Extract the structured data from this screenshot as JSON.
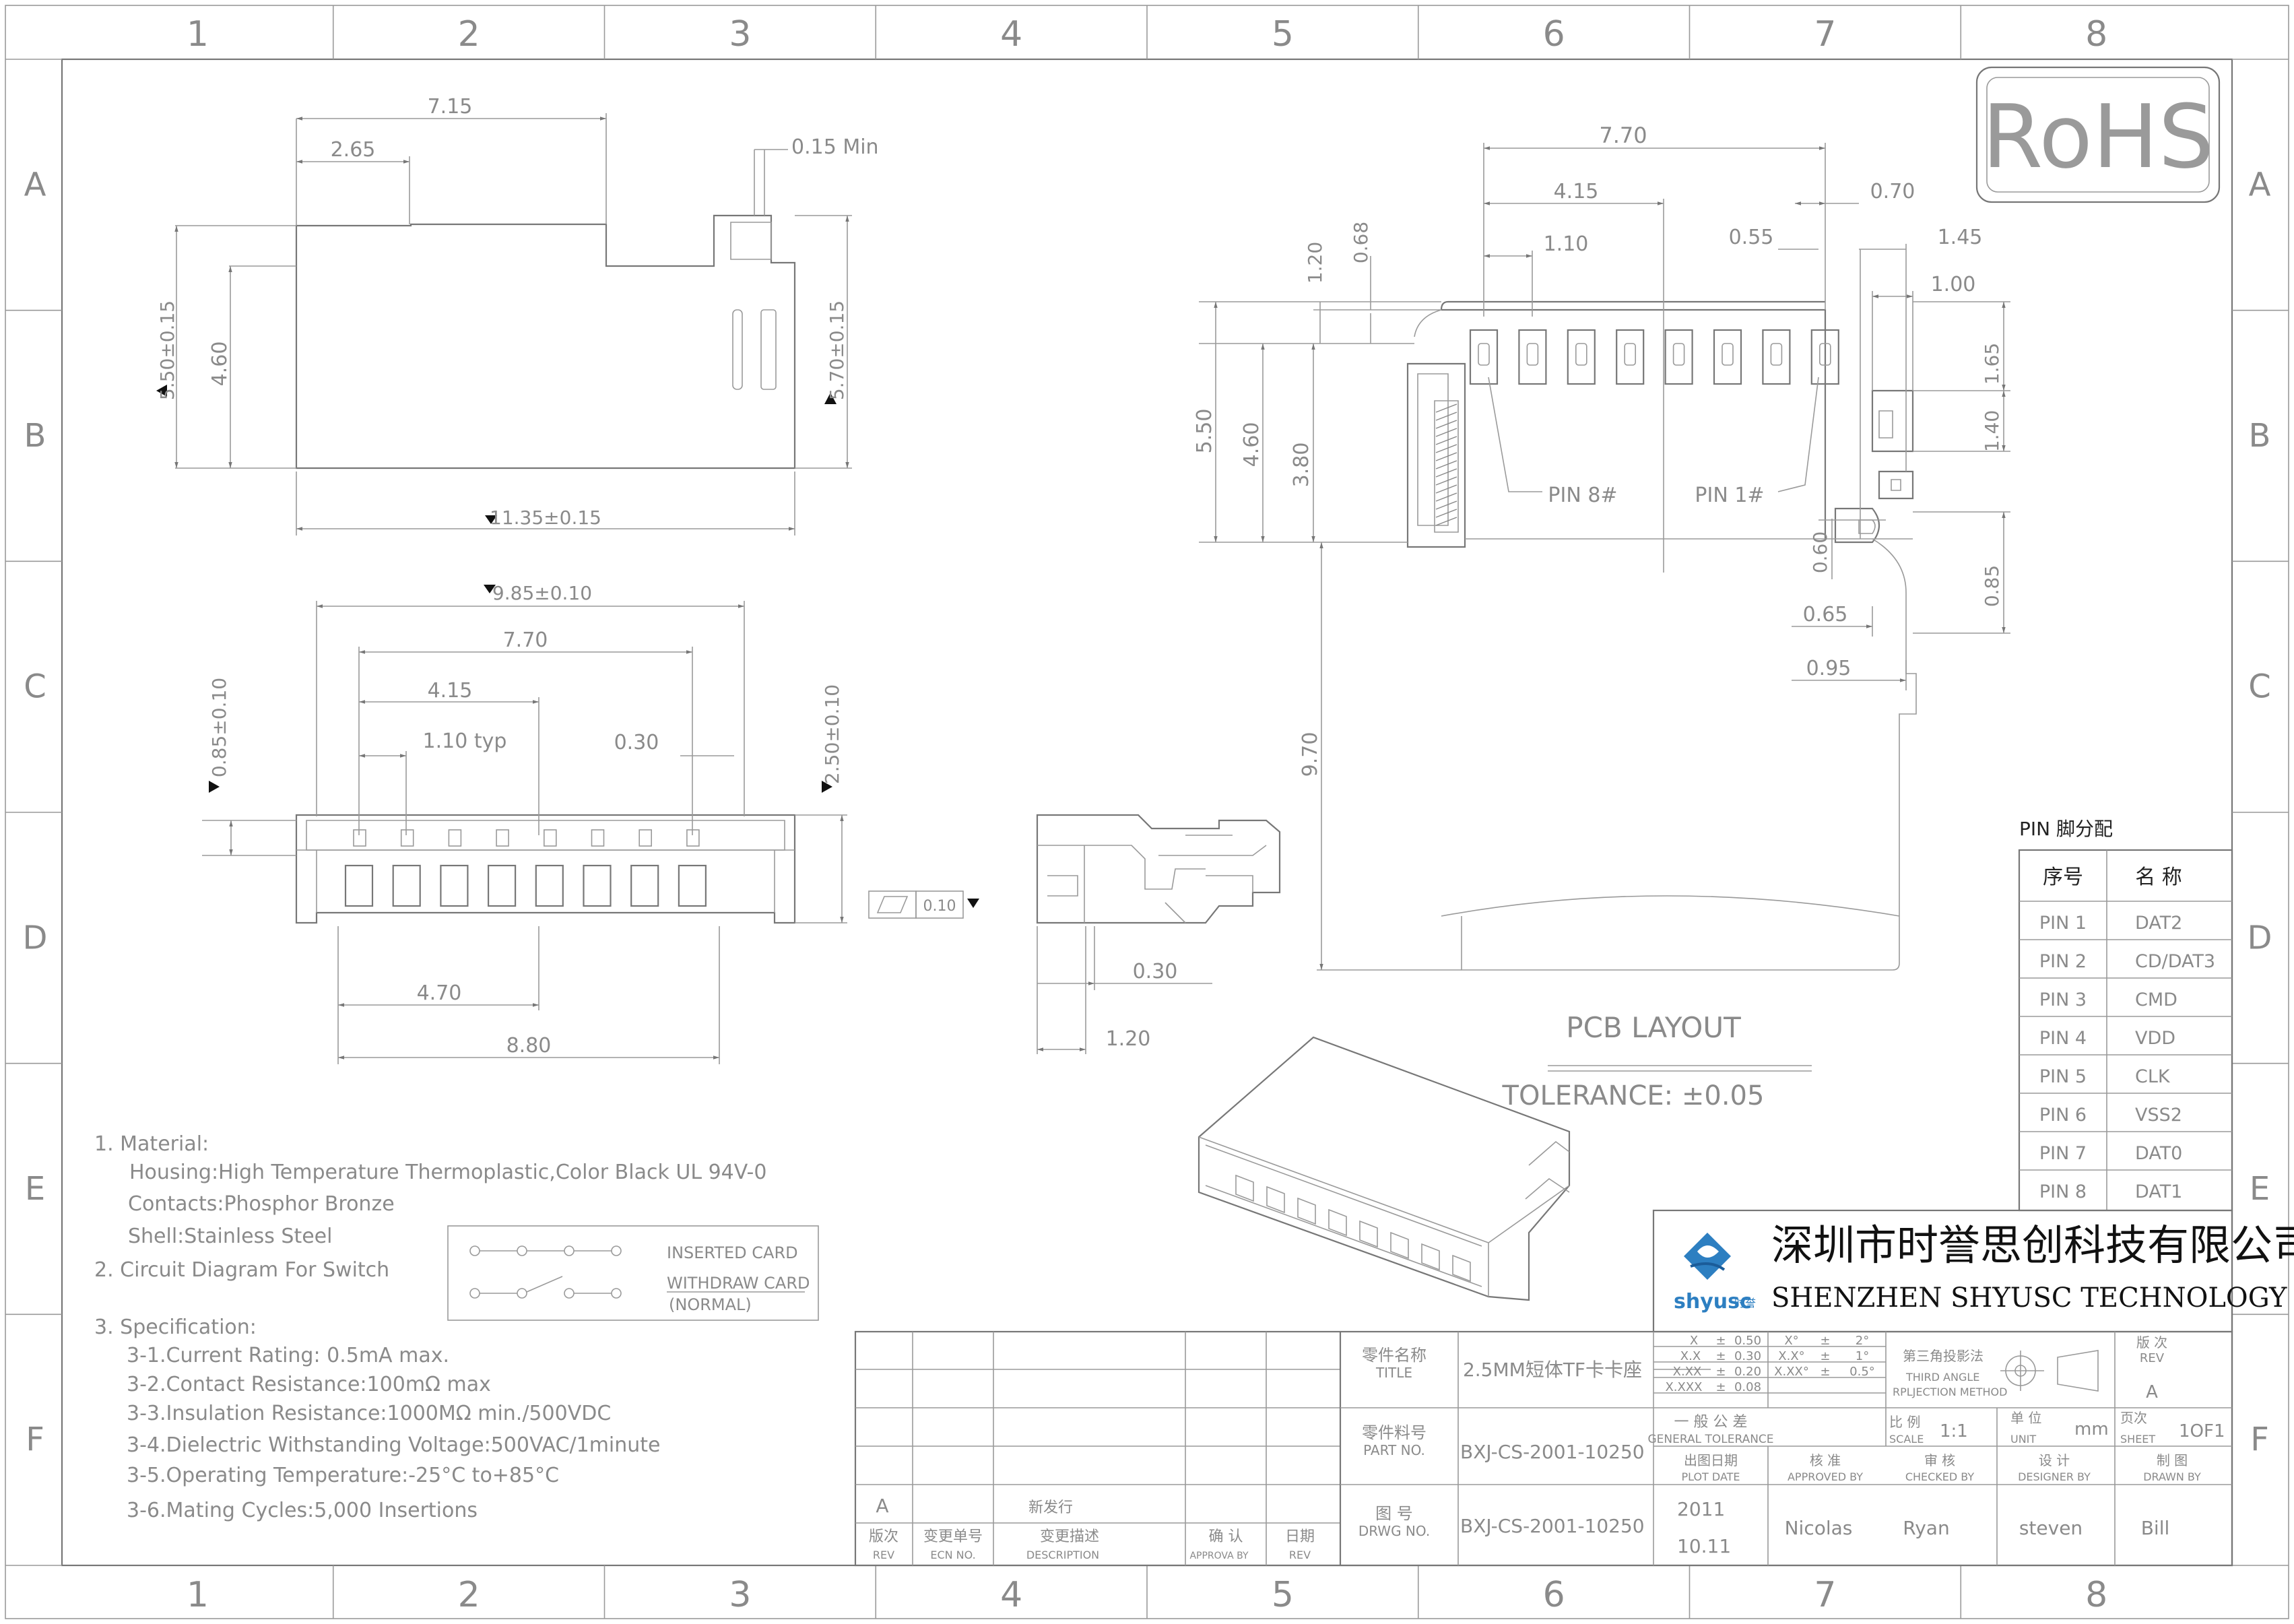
{
  "border": {
    "columns": [
      "1",
      "2",
      "3",
      "4",
      "5",
      "6",
      "7",
      "8"
    ],
    "rows": [
      "A",
      "B",
      "C",
      "D",
      "E",
      "F"
    ]
  },
  "rohs": "RoHS",
  "dims_top_left": {
    "d715": "7.15",
    "d265": "2.65",
    "d015min": "0.15 Min",
    "d550": "5.50±0.15",
    "d460": "4.60",
    "d570": "5.70±0.15",
    "d1135": "11.35±0.15"
  },
  "dims_front": {
    "d985": "9.85±0.10",
    "d770": "7.70",
    "d415": "4.15",
    "d110typ": "1.10 typ",
    "d030": "0.30",
    "d085": "0.85±0.10",
    "d250": "2.50±0.10",
    "d470": "4.70",
    "d880": "8.80",
    "flatness": "0.10"
  },
  "dims_side": {
    "d030": "0.30",
    "d120": "1.20"
  },
  "dims_pcb": {
    "d770": "7.70",
    "d415": "4.15",
    "d070": "0.70",
    "d120": "1.20",
    "d068": "0.68",
    "d110": "1.10",
    "d055": "0.55",
    "d145": "1.45",
    "d100": "1.00",
    "d165": "1.65",
    "d550": "5.50",
    "d460": "4.60",
    "d380": "3.80",
    "d140": "1.40",
    "pin8": "PIN 8#",
    "pin1": "PIN 1#",
    "d060": "0.60",
    "d085": "0.85",
    "d065": "0.65",
    "d095": "0.95",
    "d970": "9.70",
    "pcb_layout": "PCB LAYOUT",
    "tolerance": "TOLERANCE: ±0.05"
  },
  "pin_table": {
    "title": "PIN 脚分配",
    "headers": [
      "序号",
      "名 称"
    ],
    "rows": [
      [
        "PIN 1",
        "DAT2"
      ],
      [
        "PIN 2",
        "CD/DAT3"
      ],
      [
        "PIN 3",
        "CMD"
      ],
      [
        "PIN 4",
        "VDD"
      ],
      [
        "PIN 5",
        "CLK"
      ],
      [
        "PIN 6",
        "VSS2"
      ],
      [
        "PIN 7",
        "DAT0"
      ],
      [
        "PIN 8",
        "DAT1"
      ]
    ]
  },
  "notes": [
    "1. Material:",
    "Housing:High Temperature Thermoplastic,Color Black UL 94V-0",
    "Contacts:Phosphor Bronze",
    "Shell:Stainless Steel",
    "2. Circuit Diagram For Switch",
    "3. Specification:",
    "3-1.Current Rating: 0.5mA max.",
    "3-2.Contact Resistance:100mΩ max",
    "3-3.Insulation Resistance:1000MΩ min./500VDC",
    "3-4.Dielectric Withstanding Voltage:500VAC/1minute",
    "3-5.Operating Temperature:-25°C to+85°C",
    "3-6.Mating Cycles:5,000 Insertions"
  ],
  "switch": {
    "inserted": "INSERTED CARD",
    "withdraw": "WITHDRAW CARD",
    "normal": "(NORMAL)"
  },
  "company": {
    "cn": "深圳市时誉思创科技有限公司",
    "en": "SHENZHEN SHYUSC TECHNOLOGY CO.,LTD",
    "logo": "shyusc",
    "logo_cn": "时誉"
  },
  "title_block": {
    "part_name_cn": "零件名称",
    "part_name_en": "TITLE",
    "part_name": "2.5MM短体TF卡卡座",
    "part_no_cn": "零件料号",
    "part_no_en": "PART NO.",
    "part_no": "BXJ-CS-2001-10250",
    "dwg_no_cn": "图 号",
    "dwg_no_en": "DRWG NO.",
    "dwg_no": "BXJ-CS-2001-10250",
    "tol_rows": [
      [
        "X",
        "±",
        "0.50",
        "X°",
        "±",
        "2°"
      ],
      [
        "X.X",
        "±",
        "0.30",
        "X.X°",
        "±",
        "1°"
      ],
      [
        "X.XX",
        "±",
        "0.20",
        "X.XX°",
        "±",
        "0.5°"
      ],
      [
        "X.XXX",
        "±",
        "0.08",
        "",
        "",
        ""
      ]
    ],
    "gen_tol_cn": "一 般 公 差",
    "gen_tol_en": "GENERAL TOLERANCE",
    "projection_cn": "第三角投影法",
    "projection_en1": "THIRD ANGLE",
    "projection_en2": "RPLJECTION METHOD",
    "rev_cn": "版 次",
    "rev_en": "REV",
    "rev": "A",
    "scale_cn": "比 例",
    "scale_en": "SCALE",
    "scale": "1:1",
    "unit_cn": "单 位",
    "unit_en": "UNIT",
    "unit": "mm",
    "sheet_cn": "页次",
    "sheet_en": "SHEET",
    "sheet": "1OF1",
    "plot_cn": "出图日期",
    "plot_en": "PLOT DATE",
    "plot_date1": "2011",
    "plot_date2": "10.11",
    "approved_cn": "核 准",
    "approved_en": "APPROVED BY",
    "approved": "Nicolas",
    "checked_cn": "审 核",
    "checked_en": "CHECKED BY",
    "checked": "Ryan",
    "designer_cn": "设 计",
    "designer_en": "DESIGNER BY",
    "designer": "steven",
    "drawn_cn": "制 图",
    "drawn_en": "DRAWN BY",
    "drawn": "Bill",
    "rev_row": {
      "rev": "A",
      "desc": "新发行"
    },
    "rev_headers": [
      [
        "版次",
        "REV"
      ],
      [
        "变更单号",
        "ECN NO."
      ],
      [
        "变更描述",
        "DESCRIPTION"
      ],
      [
        "确 认",
        "APPROVA BY"
      ],
      [
        "日期",
        "REV"
      ]
    ]
  }
}
